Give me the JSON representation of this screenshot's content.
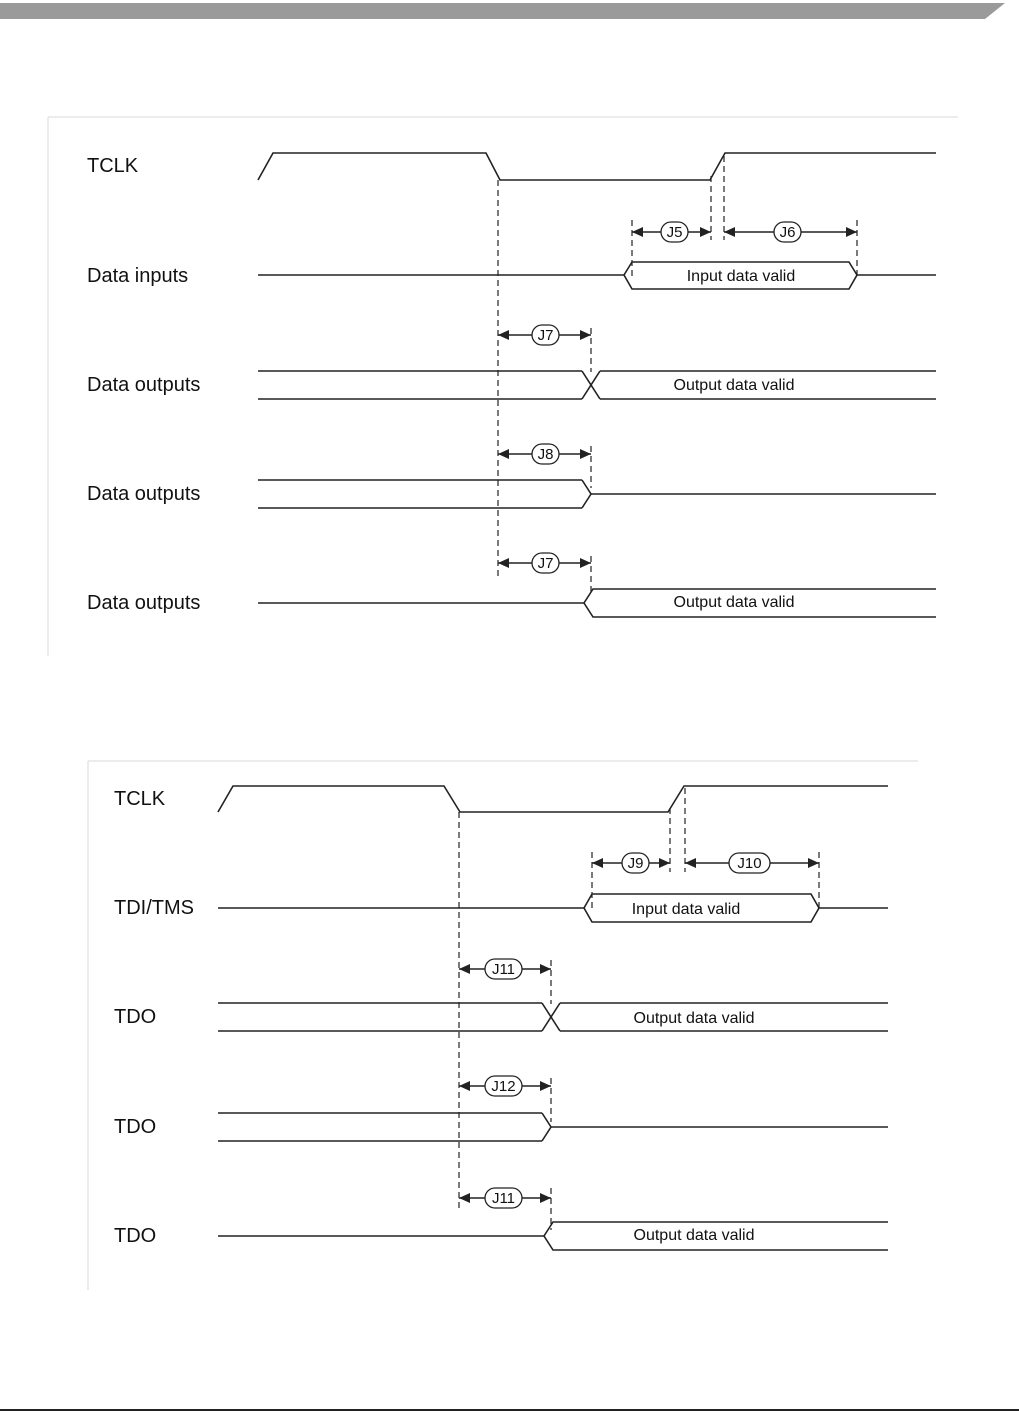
{
  "diagrams": [
    {
      "signals": [
        {
          "label": "TCLK"
        },
        {
          "label": "Data inputs",
          "bus_text": "Input data valid"
        },
        {
          "label": "Data outputs",
          "bus_text": "Output data valid"
        },
        {
          "label": "Data outputs"
        },
        {
          "label": "Data outputs",
          "bus_text": "Output data valid"
        }
      ],
      "params": [
        "J5",
        "J6",
        "J7",
        "J8",
        "J7"
      ]
    },
    {
      "signals": [
        {
          "label": "TCLK"
        },
        {
          "label": "TDI/TMS",
          "bus_text": "Input data valid"
        },
        {
          "label": "TDO",
          "bus_text": "Output data valid"
        },
        {
          "label": "TDO"
        },
        {
          "label": "TDO",
          "bus_text": "Output data valid"
        }
      ],
      "params": [
        "J9",
        "J10",
        "J11",
        "J12",
        "J11"
      ]
    }
  ],
  "colors": {
    "line": "#222222",
    "banner": "#9a9a9a",
    "panel_edge": "#d8d8d8"
  }
}
